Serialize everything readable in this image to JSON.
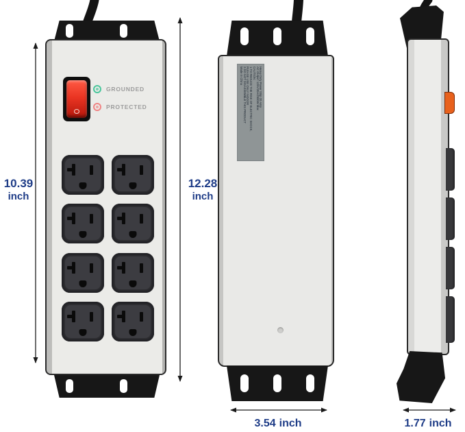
{
  "dimensions": {
    "front_height": {
      "value": "10.39",
      "unit": "inch"
    },
    "overall_height": {
      "value": "12.28",
      "unit": "inch"
    },
    "body_width": {
      "value": "3.54",
      "unit": "inch"
    },
    "side_depth": {
      "value": "1.77",
      "unit": "inch"
    }
  },
  "front_view": {
    "indicators": [
      {
        "label": "GROUNDED"
      },
      {
        "label": "PROTECTED"
      }
    ],
    "outlet_count": 8
  },
  "back_view": {
    "spec_label_lines": [
      "Heavy Duty Power Strip 20 Amp",
      "AC Output: 125V/20A/2500W Max",
      "CAUTION:",
      "1.TO REDUCE THE RISK OF ELECTRIC SHOCK,",
      "PLEASE USE ONLY INDOOR",
      "2.DO NOT DISASSEMBLE THIS PRODUCT",
      "Made in China"
    ]
  },
  "colors": {
    "dimension_text": "#1e3c87",
    "switch_red": "#ea3523",
    "grounded_green": "#49c69b",
    "protected_red": "#f08484",
    "side_switch_orange": "#e8611c",
    "body_gray": "#e9e9e7",
    "bracket_black": "#171717"
  }
}
